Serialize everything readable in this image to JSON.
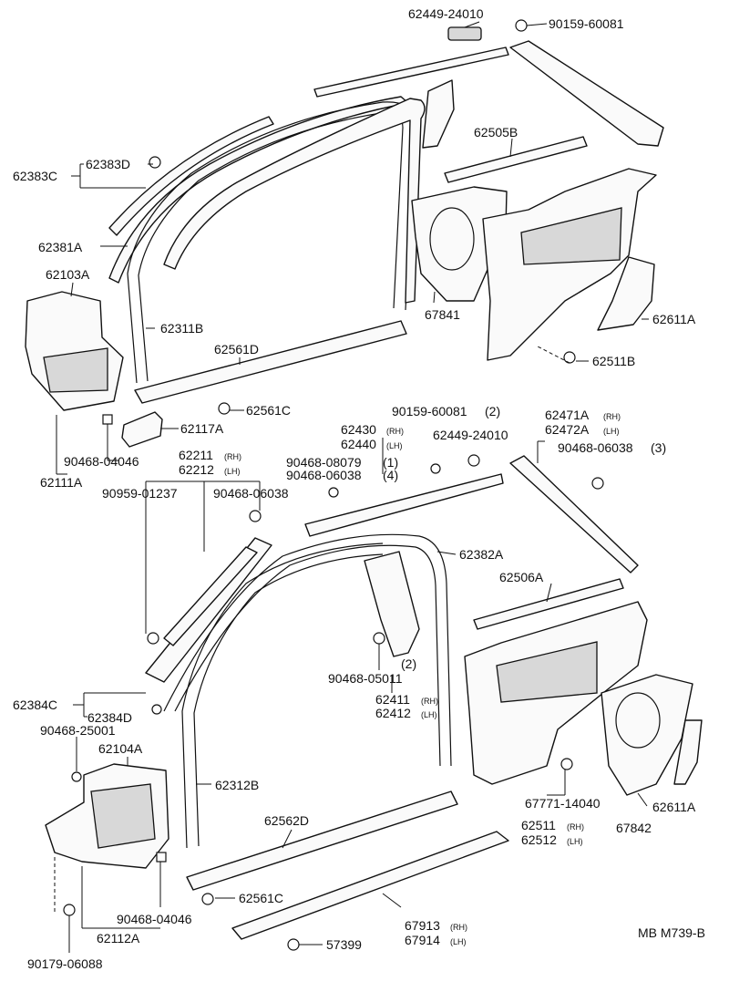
{
  "diagram": {
    "code": "MB M739-B",
    "labels": {
      "p62449_24010_top": "62449-24010",
      "p90159_60081_top": "90159-60081",
      "p62505B": "62505B",
      "p62383D": "62383D",
      "p62383C": "62383C",
      "p62381A": "62381A",
      "p62103A": "62103A",
      "p62311B": "62311B",
      "p67841": "67841",
      "p62611A_top": "62611A",
      "p62561D": "62561D",
      "p62511B": "62511B",
      "p62561C_top": "62561C",
      "p62117A": "62117A",
      "p90468_04046_top": "90468-04046",
      "p62111A": "62111A",
      "p90159_60081_mid": "90159-60081",
      "p90159_qty": "(2)",
      "p62449_24010_mid": "62449-24010",
      "p62430": "62430",
      "p62430_side": "(RH)",
      "p62440": "62440",
      "p62440_side": "(LH)",
      "p62471A": "62471A",
      "p62471A_side": "(RH)",
      "p62472A": "62472A",
      "p62472A_side": "(LH)",
      "p90468_06038_right": "90468-06038",
      "p90468_06038_right_qty": "(3)",
      "p62211": "62211",
      "p62211_side": "(RH)",
      "p62212": "62212",
      "p62212_side": "(LH)",
      "p90468_08079": "90468-08079",
      "p90468_08079_qty": "(1)",
      "p90468_06038_mid": "90468-06038",
      "p90468_06038_mid_qty": "(4)",
      "p90959_01237": "90959-01237",
      "p90468_06038_left": "90468-06038",
      "p62382A": "62382A",
      "p62506A": "62506A",
      "p90468_05011_qty": "(2)",
      "p90468_05011": "90468-05011",
      "p62411": "62411",
      "p62411_side": "(RH)",
      "p62412": "62412",
      "p62412_side": "(LH)",
      "p62384C": "62384C",
      "p62384D": "62384D",
      "p90468_25001": "90468-25001",
      "p62104A": "62104A",
      "p62312B": "62312B",
      "p67771_14040": "67771-14040",
      "p62611A_bottom": "62611A",
      "p62562D": "62562D",
      "p62511": "62511",
      "p62511_side": "(RH)",
      "p62512": "62512",
      "p62512_side": "(LH)",
      "p67842": "67842",
      "p62561C_bottom": "62561C",
      "p90468_04046_bottom": "90468-04046",
      "p62112A": "62112A",
      "p67913": "67913",
      "p67913_side": "(RH)",
      "p67914": "67914",
      "p67914_side": "(LH)",
      "p57399": "57399",
      "p90179_06088": "90179-06088"
    }
  }
}
